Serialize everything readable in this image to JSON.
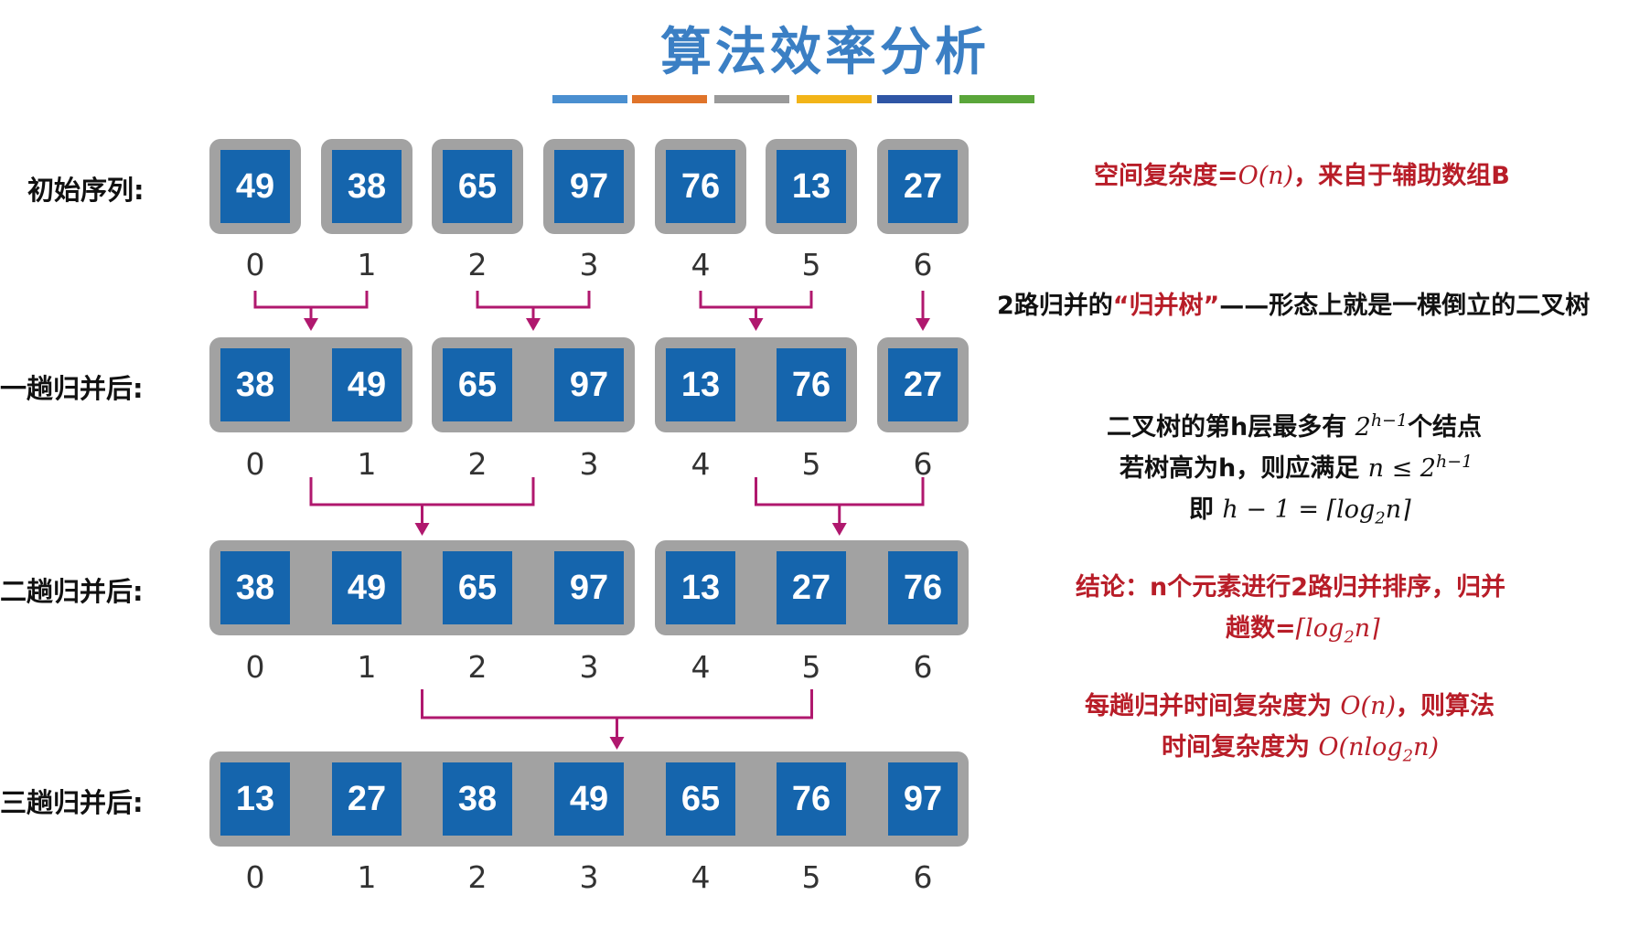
{
  "title": "算法效率分析",
  "color_bars": [
    "#4a8fd0",
    "#e0742a",
    "#9a9a9a",
    "#f2b418",
    "#2f55a5",
    "#5aa63a"
  ],
  "rows": [
    {
      "label": "初始序列:",
      "groups": [
        [
          49
        ],
        [
          38
        ],
        [
          65
        ],
        [
          97
        ],
        [
          76
        ],
        [
          13
        ],
        [
          27
        ]
      ]
    },
    {
      "label": "一趟归并后:",
      "groups": [
        [
          38,
          49
        ],
        [
          65,
          97
        ],
        [
          13,
          76
        ],
        [
          27
        ]
      ]
    },
    {
      "label": "二趟归并后:",
      "groups": [
        [
          38,
          49,
          65,
          97
        ],
        [
          13,
          27,
          76
        ]
      ]
    },
    {
      "label": "三趟归并后:",
      "groups": [
        [
          13,
          27,
          38,
          49,
          65,
          76,
          97
        ]
      ]
    }
  ],
  "indices": [
    "0",
    "1",
    "2",
    "3",
    "4",
    "5",
    "6"
  ],
  "merge_color": "#b0186e",
  "notes": {
    "space_a": "空间复杂度=",
    "space_b": "O(n)",
    "space_c": "，来自于辅助数组B",
    "tree_a": "2路归并的",
    "tree_b": "“归并树”",
    "tree_c": "——形态上就是一棵倒立的二叉树",
    "level_a": "二叉树的第h层最多有 ",
    "level_b": "2",
    "level_sup": "h−1",
    "level_c": "个结点",
    "height_a": "若树高为h，则应满足 ",
    "height_b": "n ≤ 2",
    "height_sup": "h−1",
    "so_a": "即 ",
    "so_b": "h − 1 = ⌈log",
    "so_sub": "2",
    "so_c": "n⌉",
    "concl_1": "结论：n个元素进行2路归并排序，归并",
    "concl_2a": "趟数=",
    "concl_2b": "⌈log",
    "concl_2sub": "2",
    "concl_2c": "n⌉",
    "time_1a": "每趟归并时间复杂度为 ",
    "time_1b": "O(n)",
    "time_1c": "，则算法",
    "time_2a": "时间复杂度为 ",
    "time_2b": "O(nlog",
    "time_2sub": "2",
    "time_2c": "n)"
  }
}
